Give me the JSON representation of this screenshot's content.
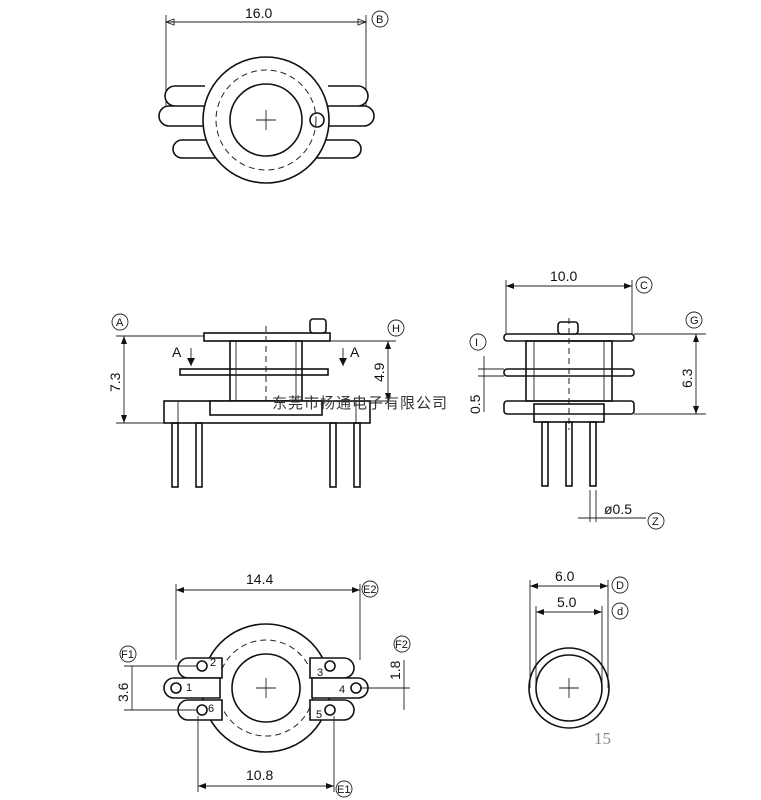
{
  "dimensions": {
    "top_width": "16.0",
    "side_width": "10.0",
    "overall_height": "7.3",
    "flange_height": "4.9",
    "flange_thickness": "0.5",
    "pin_pitch_height": "6.3",
    "pin_diameter": "ø0.5",
    "bottom_width": "14.4",
    "bottom_pin_span": "10.8",
    "pin_row_spacing": "3.6",
    "pin_offset": "1.8",
    "outer_diameter": "6.0",
    "inner_diameter": "5.0"
  },
  "reference_labels": {
    "a": "A",
    "b": "B",
    "c": "C",
    "d_upper": "D",
    "d_lower": "d",
    "e1": "E1",
    "e2": "E2",
    "f1": "F1",
    "f2": "F2",
    "g": "G",
    "h": "H",
    "i": "I",
    "z": "Z"
  },
  "section_marks": {
    "left": "A",
    "right": "A"
  },
  "pins": [
    "1",
    "2",
    "3",
    "4",
    "5",
    "6"
  ],
  "watermark": "东莞市扬通电子有限公司",
  "page_number": "15",
  "colors": {
    "line": "#111111",
    "watermark": "#333333",
    "page_number": "#888888"
  }
}
